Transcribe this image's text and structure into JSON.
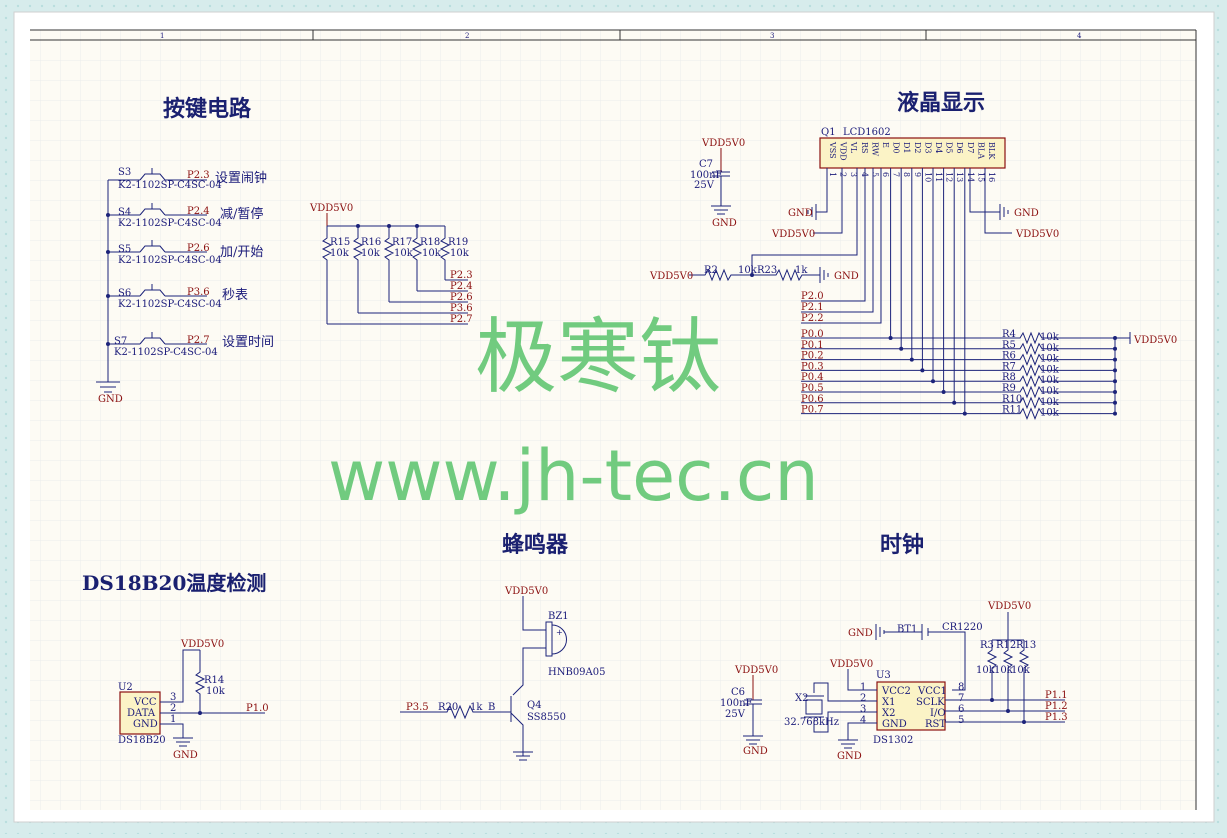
{
  "watermark": {
    "line1": "极寒钛",
    "line2": "www.jh-tec.cn"
  },
  "frame": {
    "zones": [
      "1",
      "2",
      "3",
      "4"
    ]
  },
  "blocks": {
    "keys": "按键电路",
    "lcd": "液晶显示",
    "buzzer": "蜂鸣器",
    "clock": "时钟",
    "temp": "DS18B20温度检测"
  },
  "keys": {
    "items": [
      {
        "ref": "S3",
        "part": "K2-1102SP-C4SC-04",
        "net": "P2.3",
        "func": "设置闹钟"
      },
      {
        "ref": "S4",
        "part": "K2-1102SP-C4SC-04",
        "net": "P2.4",
        "func": "减/暂停"
      },
      {
        "ref": "S5",
        "part": "K2-1102SP-C4SC-04",
        "net": "P2.6",
        "func": "加/开始"
      },
      {
        "ref": "S6",
        "part": "K2-1102SP-C4SC-04",
        "net": "P3.6",
        "func": "秒表"
      },
      {
        "ref": "S7",
        "part": "K2-1102SP-C4SC-04",
        "net": "P2.7",
        "func": "设置时间"
      }
    ],
    "gnd": "GND",
    "vdd": "VDD5V0",
    "pullups": [
      {
        "ref": "R15",
        "val": "10k"
      },
      {
        "ref": "R16",
        "val": "10k"
      },
      {
        "ref": "R17",
        "val": "10k"
      },
      {
        "ref": "R18",
        "val": "10k"
      },
      {
        "ref": "R19",
        "val": "10k"
      }
    ],
    "pullup_nets": [
      "P2.3",
      "P2.4",
      "P2.6",
      "P3.6",
      "P2.7"
    ]
  },
  "lcd": {
    "ref": "Q1",
    "part": "LCD1602",
    "pins": [
      "VSS",
      "VDD",
      "VL",
      "RS",
      "RW",
      "E",
      "D0",
      "D1",
      "D2",
      "D3",
      "D4",
      "D5",
      "D6",
      "D7",
      "BLA",
      "BLK"
    ],
    "pin_numbers": [
      "1",
      "2",
      "3",
      "4",
      "5",
      "6",
      "7",
      "8",
      "9",
      "10",
      "11",
      "12",
      "13",
      "14",
      "15",
      "16"
    ],
    "cap": {
      "ref": "C7",
      "val": "100nF",
      "volt": "25V",
      "vdd": "VDD5V0",
      "gnd": "GND"
    },
    "gnd1": "GND",
    "vdd1": "VDD5V0",
    "gnd2": "GND",
    "vdd2": "VDD5V0",
    "vl": {
      "r2": "R2",
      "r2val": "10k",
      "r23": "R23",
      "r23val": "1k",
      "vdd": "VDD5V0",
      "gnd": "GND"
    },
    "ctrl_nets": [
      "P2.0",
      "P2.1",
      "P2.2"
    ],
    "data_nets": [
      "P0.0",
      "P0.1",
      "P0.2",
      "P0.3",
      "P0.4",
      "P0.5",
      "P0.6",
      "P0.7"
    ],
    "rn": [
      "R4",
      "R5",
      "R6",
      "R7",
      "R8",
      "R9",
      "R10",
      "R11"
    ],
    "rnval": "10k",
    "rnvdd": "VDD5V0"
  },
  "buzzer": {
    "vdd": "VDD5V0",
    "ref": "BZ1",
    "part": "HNB09A05",
    "q": "Q4",
    "qpart": "SS8550",
    "r": "R20",
    "rval": "1k",
    "net": "P3.5",
    "b": "B"
  },
  "temp": {
    "ref": "U2",
    "part": "DS18B20",
    "pins": [
      "VCC",
      "DATA",
      "GND"
    ],
    "nums": [
      "3",
      "2",
      "1"
    ],
    "vdd": "VDD5V0",
    "r": "R14",
    "rval": "10k",
    "net": "P1.0",
    "gnd": "GND"
  },
  "clock": {
    "gnd": "GND",
    "bt": "BT1",
    "btpart": "CR1220",
    "vdd": "VDD5V0",
    "vdd2": "VDD5V0",
    "c": "C6",
    "cval": "100nF",
    "cvolt": "25V",
    "cgnd": "GND",
    "x": "X2",
    "xval": "32.768kHz",
    "u": "U3",
    "upart": "DS1302",
    "left_pins": [
      "VCC2",
      "X1",
      "X2",
      "GND"
    ],
    "left_nums": [
      "1",
      "2",
      "3",
      "4"
    ],
    "right_pins": [
      "VCC1",
      "SCLK",
      "I/O",
      "RST"
    ],
    "right_nums": [
      "8",
      "7",
      "6",
      "5"
    ],
    "res": [
      "R3",
      "R12",
      "R13"
    ],
    "resval": "10k",
    "nets": [
      "P1.1",
      "P1.2",
      "P1.3"
    ],
    "ugnd": "GND"
  }
}
